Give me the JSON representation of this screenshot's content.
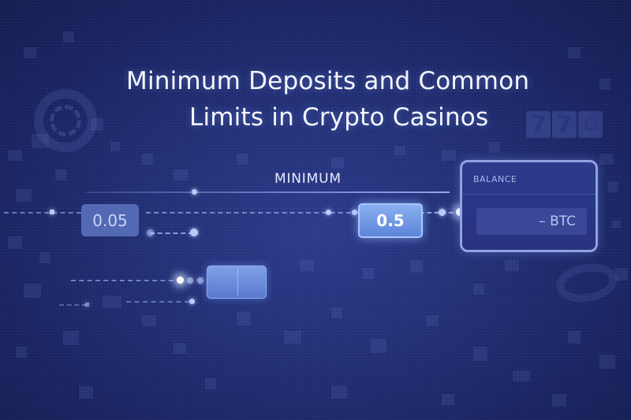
{
  "title": {
    "line1": "Minimum Deposits and Common",
    "line2": "Limits in Crypto Casinos"
  },
  "timeline": {
    "section_label": "MINIMUM",
    "values": [
      "0.05",
      "0.5",
      ""
    ]
  },
  "balance_card": {
    "label": "BALANCE",
    "value": "– BTC"
  },
  "slot_reels": [
    "7",
    "7",
    "bell"
  ],
  "colors": {
    "background": "#1f2b6e",
    "accent": "#8ab0f0",
    "text": "#f4f6ff"
  }
}
